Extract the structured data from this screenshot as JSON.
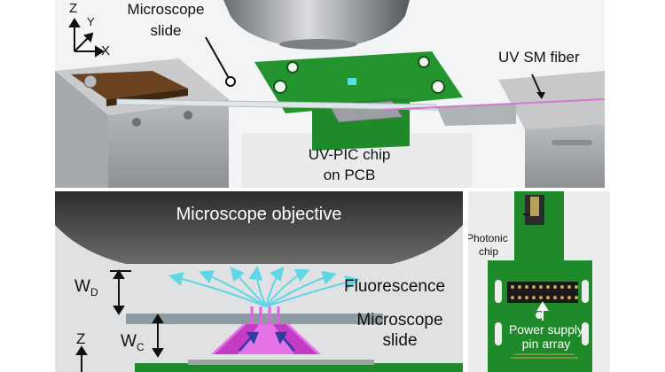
{
  "top_panel": {
    "axis_z": "Z",
    "axis_y": "Y",
    "axis_x": "X",
    "label_microscope_slide_line1": "Microscope",
    "label_microscope_slide_line2": "slide",
    "label_uv_sm_fiber": "UV SM fiber",
    "label_chip_line1": "UV-PIC chip",
    "label_chip_line2": "on PCB"
  },
  "bottom_left_panel": {
    "label_objective": "Microscope objective",
    "label_fluorescence": "Fluorescence",
    "label_slide_line1": "Microscope",
    "label_slide_line2": "slide",
    "label_wd": "W",
    "label_wd_sub": "D",
    "label_wc": "W",
    "label_wc_sub": "C",
    "axis_z": "Z"
  },
  "bottom_right_panel": {
    "label_photonic_line1": "Photonic",
    "label_photonic_line2": "chip",
    "label_power_line1": "Power supply",
    "label_power_line2": "pin array"
  },
  "colors": {
    "pcb_green": "#1f8a2a",
    "fluorescence_cyan": "#5fd6e6",
    "magenta_light": "#e85ee8",
    "objective_gray": "#3c3c3c"
  }
}
